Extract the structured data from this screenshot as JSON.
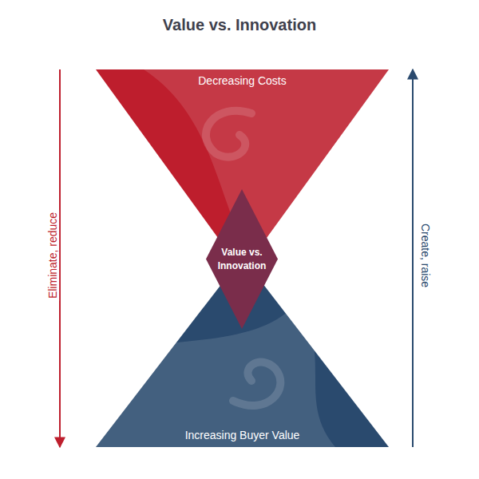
{
  "diagram": {
    "title": "Value vs. Innovation",
    "nodes": [
      {
        "text": [
          "Decreasing Costs"
        ]
      },
      {
        "text": [
          "Value vs. Innovation"
        ]
      },
      {
        "text": [
          "Increasing Buyer Value"
        ]
      }
    ],
    "labels": [
      "Eliminate, reduce",
      "Create, raise"
    ]
  }
}
